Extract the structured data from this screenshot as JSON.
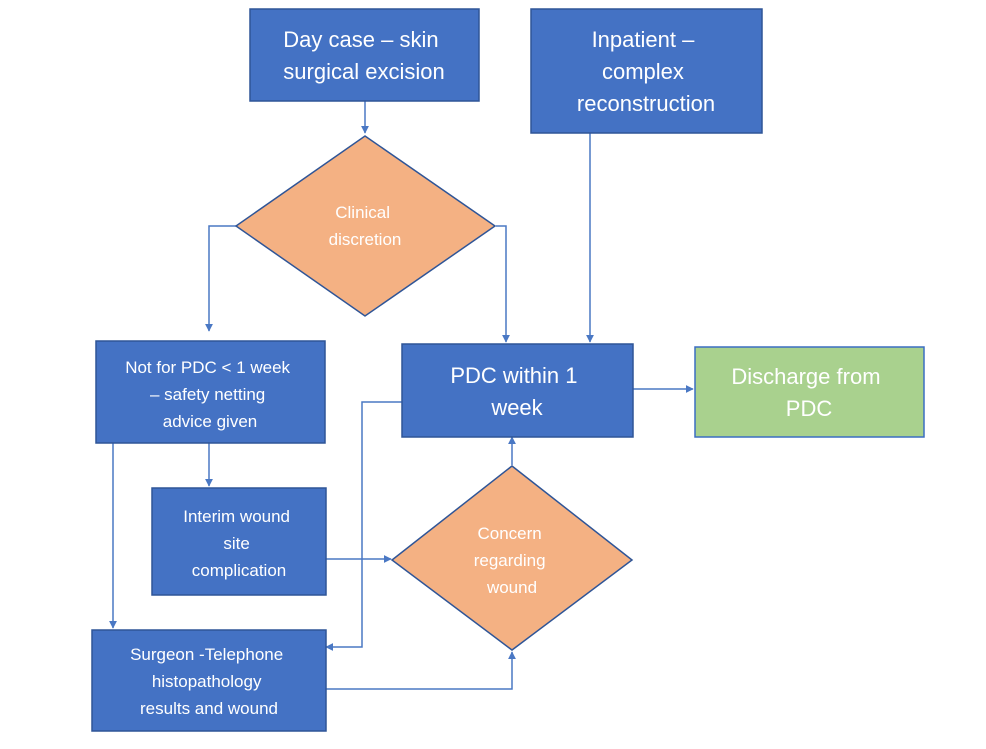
{
  "colors": {
    "blue_box": "#4472c4",
    "blue_border": "#2f5597",
    "orange_diamond": "#f4b183",
    "green_box": "#a9d18e",
    "green_border": "#3b6ec2",
    "connector": "#4a78c4",
    "text": "#ffffff"
  },
  "nodes": {
    "day_case": {
      "lines": [
        "Day case – skin",
        "surgical excision"
      ]
    },
    "inpatient": {
      "lines": [
        "Inpatient –",
        "complex",
        "reconstruction"
      ]
    },
    "clinical_discretion": {
      "lines": [
        "Clinical",
        "discretion"
      ]
    },
    "not_for_pdc": {
      "lines": [
        "Not for PDC < 1 week",
        "– safety netting",
        "advice given"
      ]
    },
    "pdc_within_week": {
      "lines": [
        "PDC within 1",
        "week"
      ]
    },
    "discharge": {
      "lines": [
        "Discharge from",
        "PDC"
      ]
    },
    "interim_wound": {
      "lines": [
        "Interim wound",
        "site",
        "complication"
      ]
    },
    "concern_wound": {
      "lines": [
        "Concern",
        "regarding",
        "wound"
      ]
    },
    "surgeon_telephone": {
      "lines": [
        "Surgeon -Telephone",
        "histopathology",
        "results and wound"
      ]
    }
  }
}
